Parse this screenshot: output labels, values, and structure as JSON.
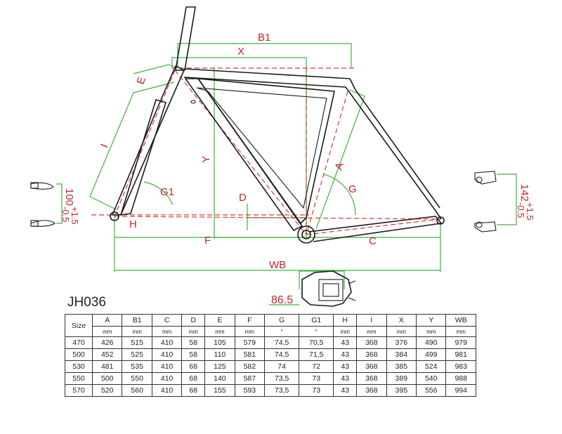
{
  "model": "JH036",
  "diagram": {
    "labels": {
      "B1": "B1",
      "X": "X",
      "E": "E",
      "I": "I",
      "Y": "Y",
      "A": "A",
      "D": "D",
      "G": "G",
      "G1": "G1",
      "H": "H",
      "F": "F",
      "C": "C",
      "WB": "WB"
    },
    "front_dim_main": "100",
    "front_dim_tol_plus": "+1.5",
    "front_dim_tol_minus": "-0.5",
    "rear_dim_main": "142",
    "rear_dim_tol_plus": "+1.5",
    "rear_dim_tol_minus": "-0.5",
    "bb_width": "86.5"
  },
  "table": {
    "size_header": "Size",
    "columns": [
      "A",
      "B1",
      "C",
      "D",
      "E",
      "F",
      "G",
      "G1",
      "H",
      "I",
      "X",
      "Y",
      "WB"
    ],
    "units": [
      "mm",
      "mm",
      "mm",
      "mm",
      "mm",
      "mm",
      "°",
      "°",
      "mm",
      "mm",
      "mm",
      "mm",
      "mm"
    ],
    "rows": [
      {
        "size": "470",
        "values": [
          "426",
          "515",
          "410",
          "58",
          "105",
          "579",
          "74,5",
          "70,5",
          "43",
          "368",
          "376",
          "490",
          "979"
        ]
      },
      {
        "size": "500",
        "values": [
          "452",
          "525",
          "410",
          "58",
          "110",
          "581",
          "74,5",
          "71,5",
          "43",
          "368",
          "384",
          "499",
          "981"
        ]
      },
      {
        "size": "530",
        "values": [
          "481",
          "535",
          "410",
          "68",
          "125",
          "582",
          "74",
          "72",
          "43",
          "368",
          "385",
          "524",
          "983"
        ]
      },
      {
        "size": "550",
        "values": [
          "500",
          "550",
          "410",
          "68",
          "140",
          "587",
          "73,5",
          "73",
          "43",
          "368",
          "389",
          "540",
          "988"
        ]
      },
      {
        "size": "570",
        "values": [
          "520",
          "560",
          "410",
          "68",
          "155",
          "593",
          "73,5",
          "73",
          "43",
          "368",
          "395",
          "556",
          "994"
        ]
      }
    ]
  }
}
